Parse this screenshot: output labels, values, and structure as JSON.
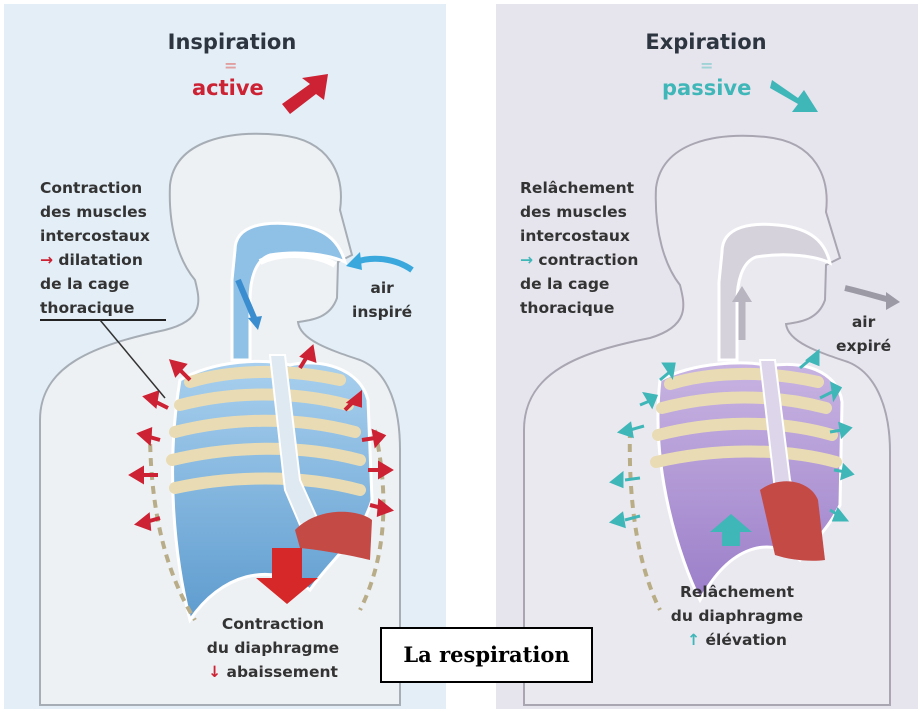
{
  "colors": {
    "left_background": "#e3eef7",
    "right_background": "#e6e4ed",
    "active": "#cc2233",
    "passive": "#3fb6b8",
    "lung_left": "#8fc0e6",
    "lung_right": "#b49ad6",
    "diaphragm": "#c44a46"
  },
  "inspiration": {
    "title": "Inspiration",
    "equals": "=",
    "mode": "active",
    "muscles_label": [
      "Contraction",
      "des muscles",
      "intercostaux",
      "dilatation",
      "de la cage",
      "thoracique"
    ],
    "muscles_arrow": "→",
    "air_label": [
      "air",
      "inspiré"
    ],
    "diaphragm_label": [
      "Contraction",
      "du diaphragme",
      "abaissement"
    ],
    "diaphragm_arrow": "↓"
  },
  "expiration": {
    "title": "Expiration",
    "equals": "=",
    "mode": "passive",
    "muscles_label": [
      "Relâchement",
      "des muscles",
      "intercostaux",
      "contraction",
      "de la cage",
      "thoracique"
    ],
    "muscles_arrow": "→",
    "air_label": [
      "air",
      "expiré"
    ],
    "diaphragm_label": [
      "Relâchement",
      "du diaphragme",
      "élévation"
    ],
    "diaphragm_arrow": "↑"
  },
  "caption": "La respiration"
}
